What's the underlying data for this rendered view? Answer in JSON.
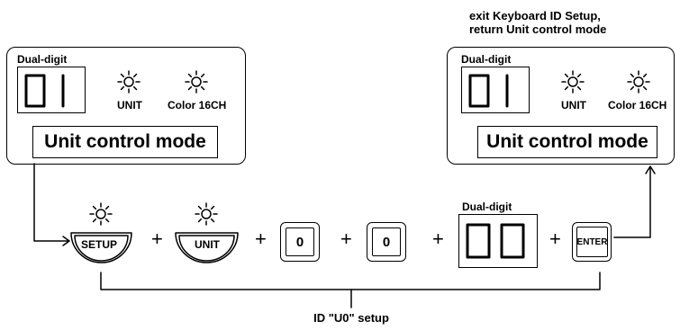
{
  "left_panel": {
    "dual_label": "Dual-digit",
    "digits": "01",
    "unit_label": "UNIT",
    "color_label": "Color 16CH",
    "mode_text": "Unit control mode"
  },
  "right_panel": {
    "caption_line1": "exit Keyboard ID Setup,",
    "caption_line2": "return Unit control mode",
    "dual_label": "Dual-digit",
    "digits": "01",
    "unit_label": "UNIT",
    "color_label": "Color 16CH",
    "mode_text": "Unit control mode"
  },
  "sequence": {
    "setup_label": "SETUP",
    "unit_label": "UNIT",
    "key0_a": "0",
    "key0_b": "0",
    "dual_label": "Dual-digit",
    "display_digits": "00",
    "enter_label": "ENTER",
    "plus": "+"
  },
  "footer_label": "ID \"U0\" setup",
  "icons": {
    "lamp": "lamp-on-icon",
    "arrow": "arrow-icon"
  },
  "colors": {
    "ink": "#000000",
    "background": "#ffffff"
  }
}
